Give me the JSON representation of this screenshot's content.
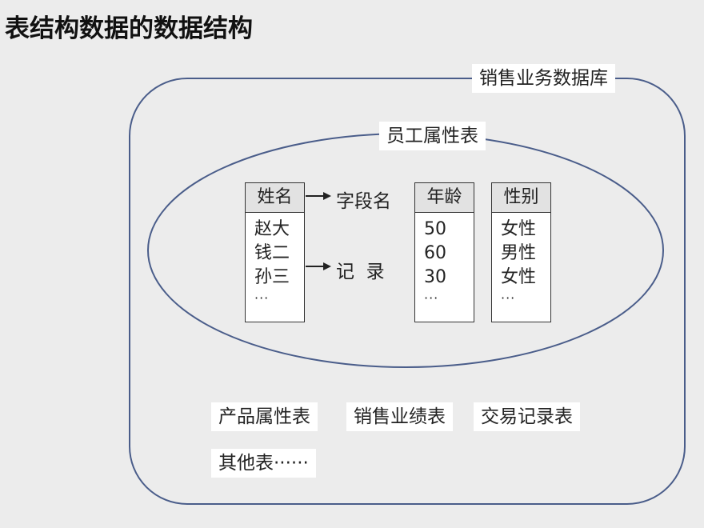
{
  "title": "表结构数据的数据结构",
  "database_label": "销售业务数据库",
  "table_label": "员工属性表",
  "columns": [
    {
      "header": "姓名",
      "values": [
        "赵大",
        "钱二",
        "孙三",
        "···"
      ]
    },
    {
      "header": "年龄",
      "values": [
        "50",
        "60",
        "30",
        "···"
      ]
    },
    {
      "header": "性别",
      "values": [
        "女性",
        "男性",
        "女性",
        "···"
      ]
    }
  ],
  "annotations": {
    "field_name": "字段名",
    "record": "记  录"
  },
  "other_tables": [
    "产品属性表",
    "销售业绩表",
    "交易记录表",
    "其他表······"
  ],
  "colors": {
    "outline": "#4a5d8a",
    "background": "#ececec",
    "tag_bg": "#ffffff",
    "header_bg": "#e2e2e2"
  }
}
